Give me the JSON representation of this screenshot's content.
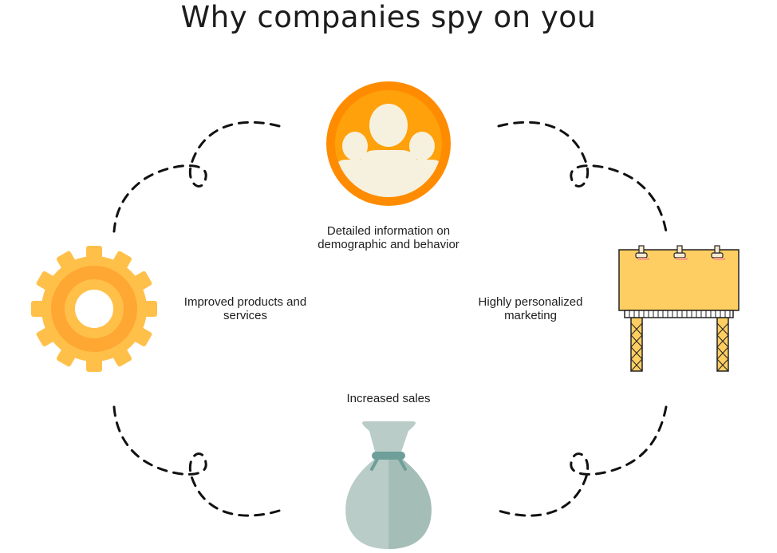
{
  "title": "Why companies spy on you",
  "colors": {
    "orange_ring": "#FF8C00",
    "orange_fill": "#FFA10A",
    "people": "#F6F1DF",
    "gear_outer": "#FFC04A",
    "gear_ring": "#FFA733",
    "billboard": "#FFCE62",
    "money_bag": "#B9CCC7",
    "money_bag_shade": "#A5BDB7",
    "money_bag_tie": "#6E9F9A",
    "cycle_arrows": "#111111"
  },
  "nodes": {
    "info": {
      "icon": "users-group-icon",
      "label_lines": [
        "Detailed information on",
        "demographic and behavior"
      ]
    },
    "marketing": {
      "icon": "billboard-icon",
      "label_lines": [
        "Highly personalized",
        "marketing"
      ]
    },
    "sales": {
      "icon": "money-bag-icon",
      "label_lines": [
        "Increased sales"
      ]
    },
    "products": {
      "icon": "gear-icon",
      "label_lines": [
        "Improved products and",
        "services"
      ]
    }
  }
}
